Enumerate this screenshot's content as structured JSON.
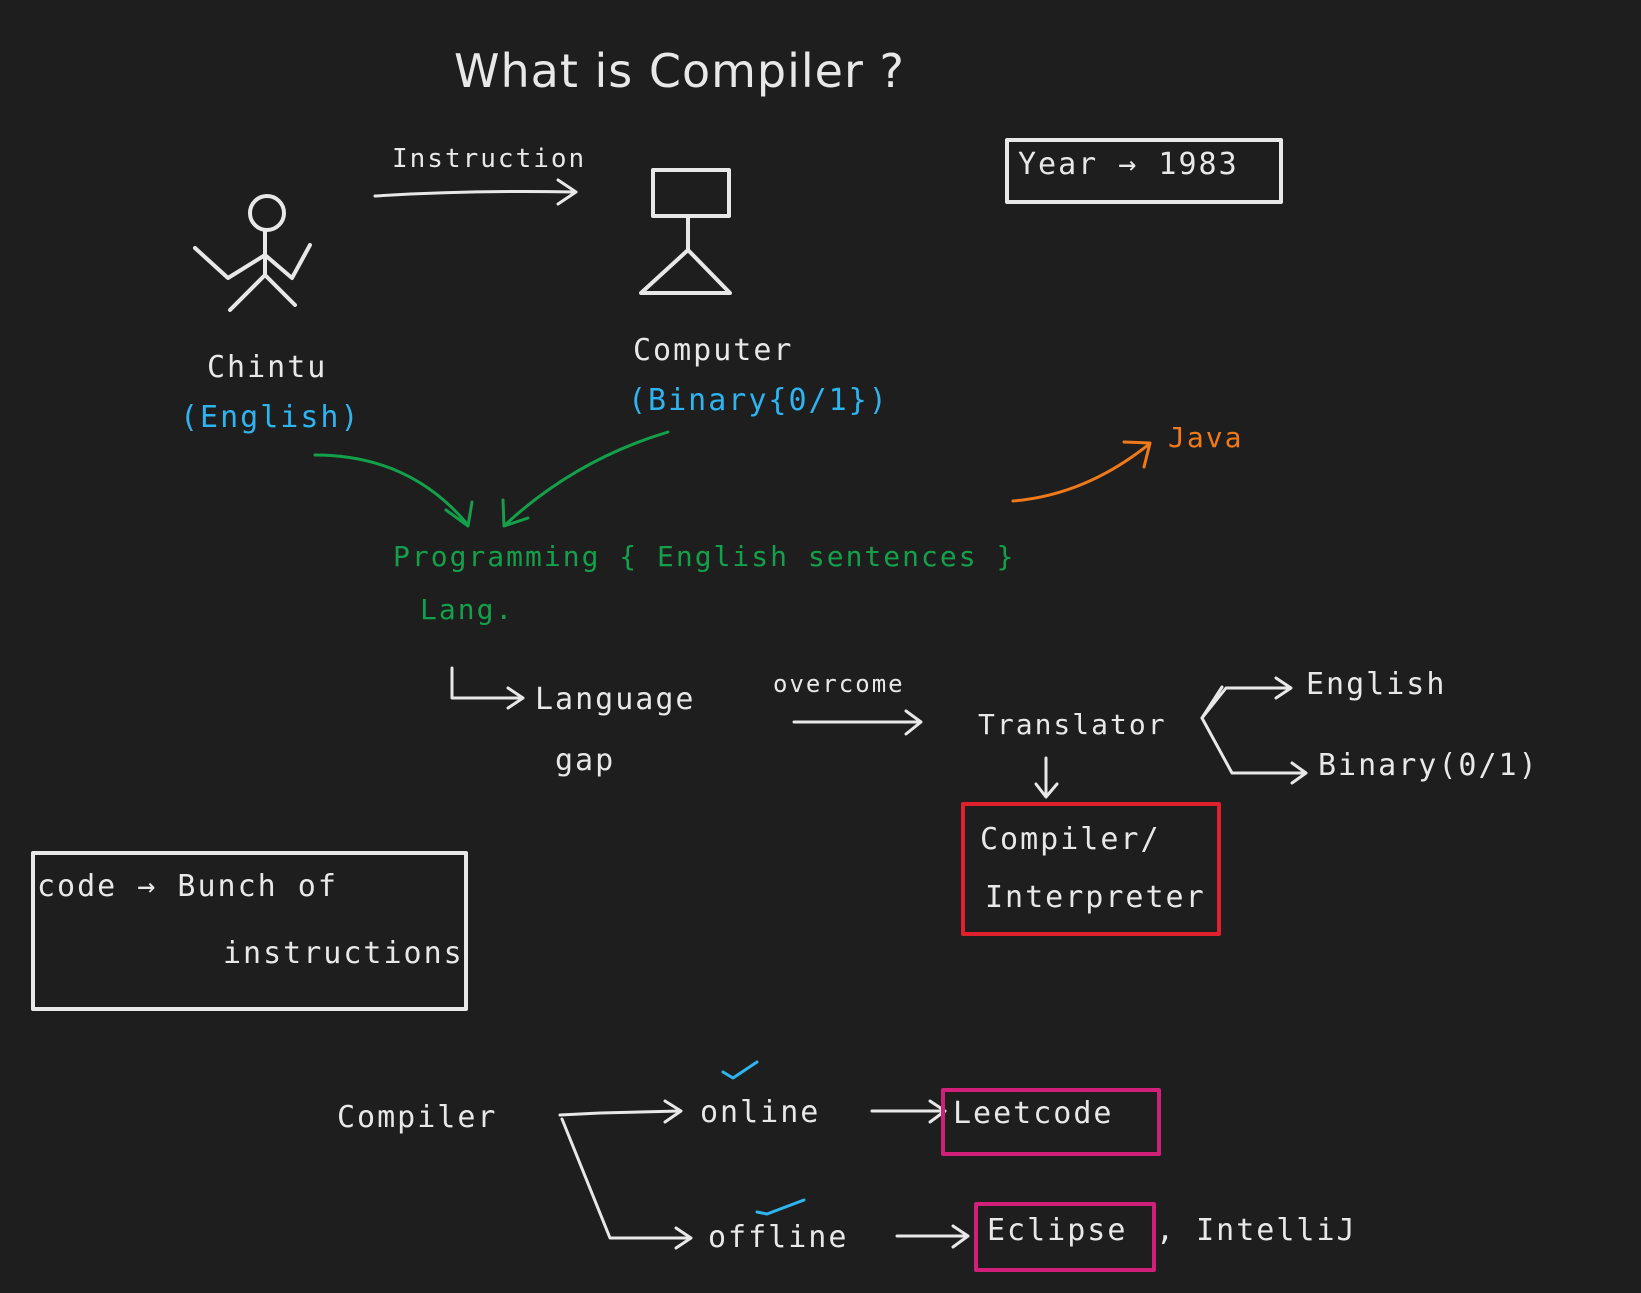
{
  "title": "What is Compiler ?",
  "person": {
    "name": "Chintu",
    "language": "(English)"
  },
  "instruction_label": "Instruction",
  "computer": {
    "name": "Computer",
    "language": "(Binary{0/1})"
  },
  "year_box": "Year → 1983",
  "java_label": "Java",
  "programming": {
    "line1": "Programming { English sentences }",
    "line2": "Lang."
  },
  "language_gap": {
    "line1": "Language",
    "line2": "gap"
  },
  "overcome_label": "overcome",
  "translator": "Translator",
  "translator_outputs": [
    "English",
    "Binary(0/1)"
  ],
  "compiler_interpreter": {
    "line1": "Compiler/",
    "line2": "Interpreter"
  },
  "code_box": {
    "line1": "code → Bunch of",
    "line2": "instructions"
  },
  "compiler_types": {
    "root": "Compiler",
    "online": "online",
    "offline": "offline",
    "online_example": "Leetcode",
    "offline_example": "Eclipse",
    "offline_extra": ", IntelliJ"
  },
  "colors": {
    "chalk": "#e8e8e8",
    "blue": "#2eb4f0",
    "green": "#14a04a",
    "orange": "#f07a1a",
    "red": "#e0202c",
    "magenta": "#d0207a",
    "background": "#1e1e1e"
  }
}
